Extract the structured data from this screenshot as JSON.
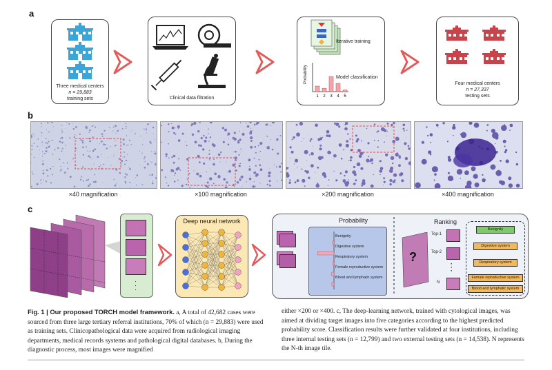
{
  "panels": {
    "a": "a",
    "b": "b",
    "c": "c"
  },
  "panel_a": {
    "box1": {
      "line1": "Three medical centers",
      "line2": "n = 29,883",
      "line3": "training sets"
    },
    "box2": {
      "label": "Clinical data filtration"
    },
    "box3": {
      "iterative": "Iterative training",
      "model": "Model classification",
      "ylabel": "Probability",
      "ticks": [
        "1",
        "2",
        "3",
        "4",
        "5"
      ],
      "bar_values": [
        0.2,
        0.12,
        0.55,
        0.3,
        0.06
      ]
    },
    "box4": {
      "line1": "Four medical centers",
      "line2": "n = 27,337",
      "line3": "testing sets"
    }
  },
  "panel_b": {
    "mags": [
      "×40 magnification",
      "×100 magnification",
      "×200 magnification",
      "×400 magnification"
    ]
  },
  "panel_c": {
    "dnn_title": "Deep neural network",
    "prob_title": "Probability",
    "prob_labels": [
      "Benignity",
      "Digestive system",
      "Respiratory system",
      "Female reproductive system",
      "Blood and lymphatic system"
    ],
    "prob_values": [
      0.06,
      0.7,
      0.05,
      0.1,
      0.09
    ],
    "ranking_title": "Ranking",
    "rank_labels": [
      "Top-1",
      "Top-2",
      "N"
    ],
    "rank_items": [
      "Benignity",
      "Digestive system",
      "Respiratory system",
      "Female reproductive system",
      "Blood and lymphatic system"
    ],
    "question": "?"
  },
  "caption": {
    "fig": "Fig. 1 | Our proposed TORCH model framework.",
    "left_body": " a, A total of 42,682 cases were sourced from three large tertiary referral institutions, 70% of which (n = 29,883) were used as training sets. Clinicopathological data were acquired from radiological imaging departments, medical records systems and pathological digital databases. b, During the diagnostic process, most images were magnified",
    "right_body": "either ×200 or ×400. c, The deep-learning network, trained with cytological images, was aimed at dividing target images into five categories according to the highest predicted probability score. Classification results were further validated at four institutions, including three internal testing sets (n = 12,799) and two external testing sets (n = 14,538). N represents the N-th image tile."
  },
  "colors": {
    "accent_red": "#e25b5b",
    "hospital": "#3aa6d8",
    "hospital_red": "#c9434b",
    "dnn_bg": "#fbe8b4",
    "prob_bg": "#b7c7ea",
    "panel_c_bg": "#eef2f8"
  }
}
